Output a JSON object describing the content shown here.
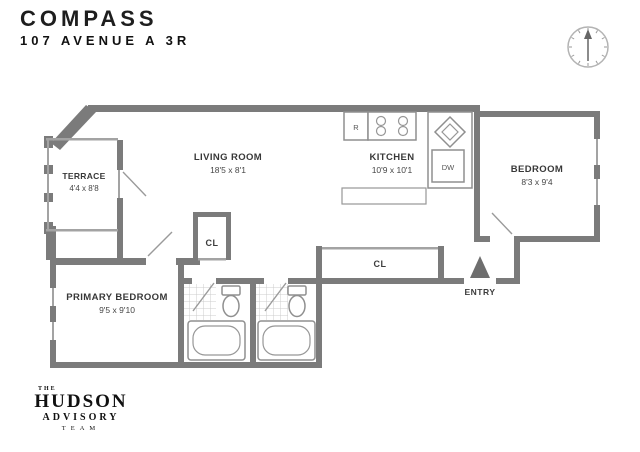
{
  "header": {
    "brand": "COMPASS",
    "address": "107 AVENUE A 3R"
  },
  "floorplan": {
    "living": {
      "name": "LIVING ROOM",
      "dims": "18'5 x 8'1"
    },
    "kitchen": {
      "name": "KITCHEN",
      "dims": "10'9 x 10'1"
    },
    "bedroom": {
      "name": "BEDROOM",
      "dims": "8'3 x 9'4"
    },
    "terrace": {
      "name": "TERRACE",
      "dims": "4'4 x 8'8"
    },
    "primary_bedroom": {
      "name": "PRIMARY BEDROOM",
      "dims": "9'5 x 9'10"
    },
    "closet1": "CL",
    "closet2": "CL",
    "entry": "ENTRY",
    "refrigerator": "R",
    "dishwasher": "DW"
  },
  "footer_logo": {
    "the": "THE",
    "hudson": "HUDSON",
    "advisory": "ADVISORY",
    "team": "TEAM"
  },
  "colors": {
    "wall": "#7b7b7b",
    "text": "#383838"
  }
}
